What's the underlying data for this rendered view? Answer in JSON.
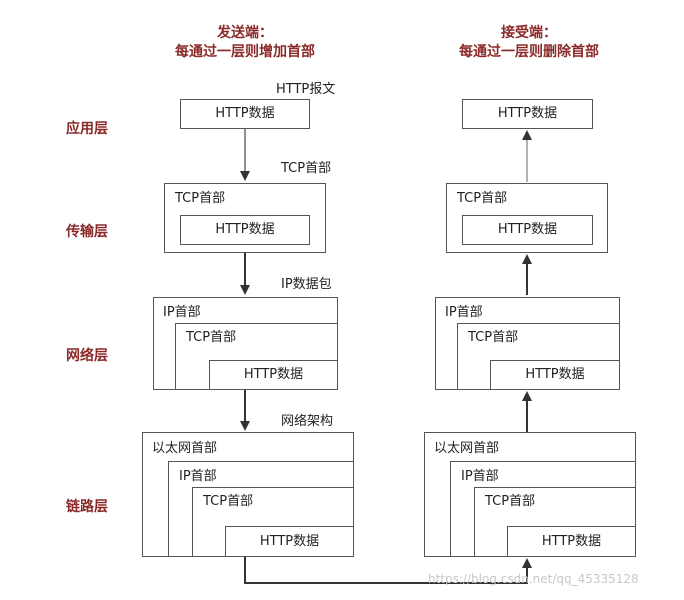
{
  "headers": {
    "sender_line1": "发送端：",
    "sender_line2": "每通过一层则增加首部",
    "receiver_line1": "接受端：",
    "receiver_line2": "每通过一层则删除首部"
  },
  "layers": {
    "application": "应用层",
    "transport": "传输层",
    "network": "网络层",
    "link": "链路层"
  },
  "notes": {
    "http_message": "HTTP报文",
    "tcp_header": "TCP首部",
    "ip_packet": "IP数据包",
    "frame": "网络架构"
  },
  "labels": {
    "http_data": "HTTP数据",
    "tcp_header": "TCP首部",
    "ip_header": "IP首部",
    "ethernet_header": "以太网首部"
  },
  "watermark": "https://blog.csdn.net/qq_45335128"
}
